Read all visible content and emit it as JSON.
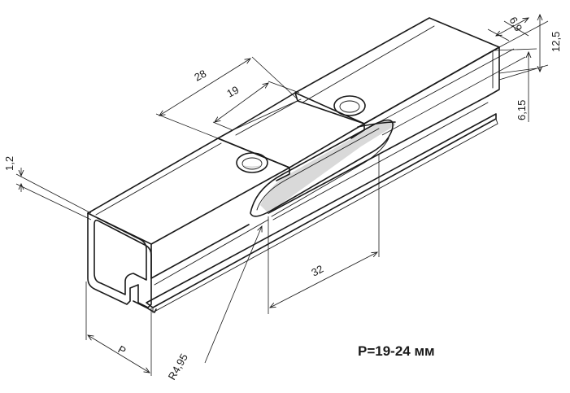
{
  "dimensions": {
    "length_28": "28",
    "length_19": "19",
    "wall_thickness": "1,2",
    "dim_6_9": "6,9",
    "dim_12_5": "12,5",
    "dim_6_15": "6,15",
    "slot_32": "32",
    "radius": "R4,95",
    "profile_p": "P"
  },
  "caption": "P=19-24 мм",
  "colors": {
    "line": "#1a1a1a",
    "shade": "#d9d9d9",
    "background": "#ffffff"
  }
}
